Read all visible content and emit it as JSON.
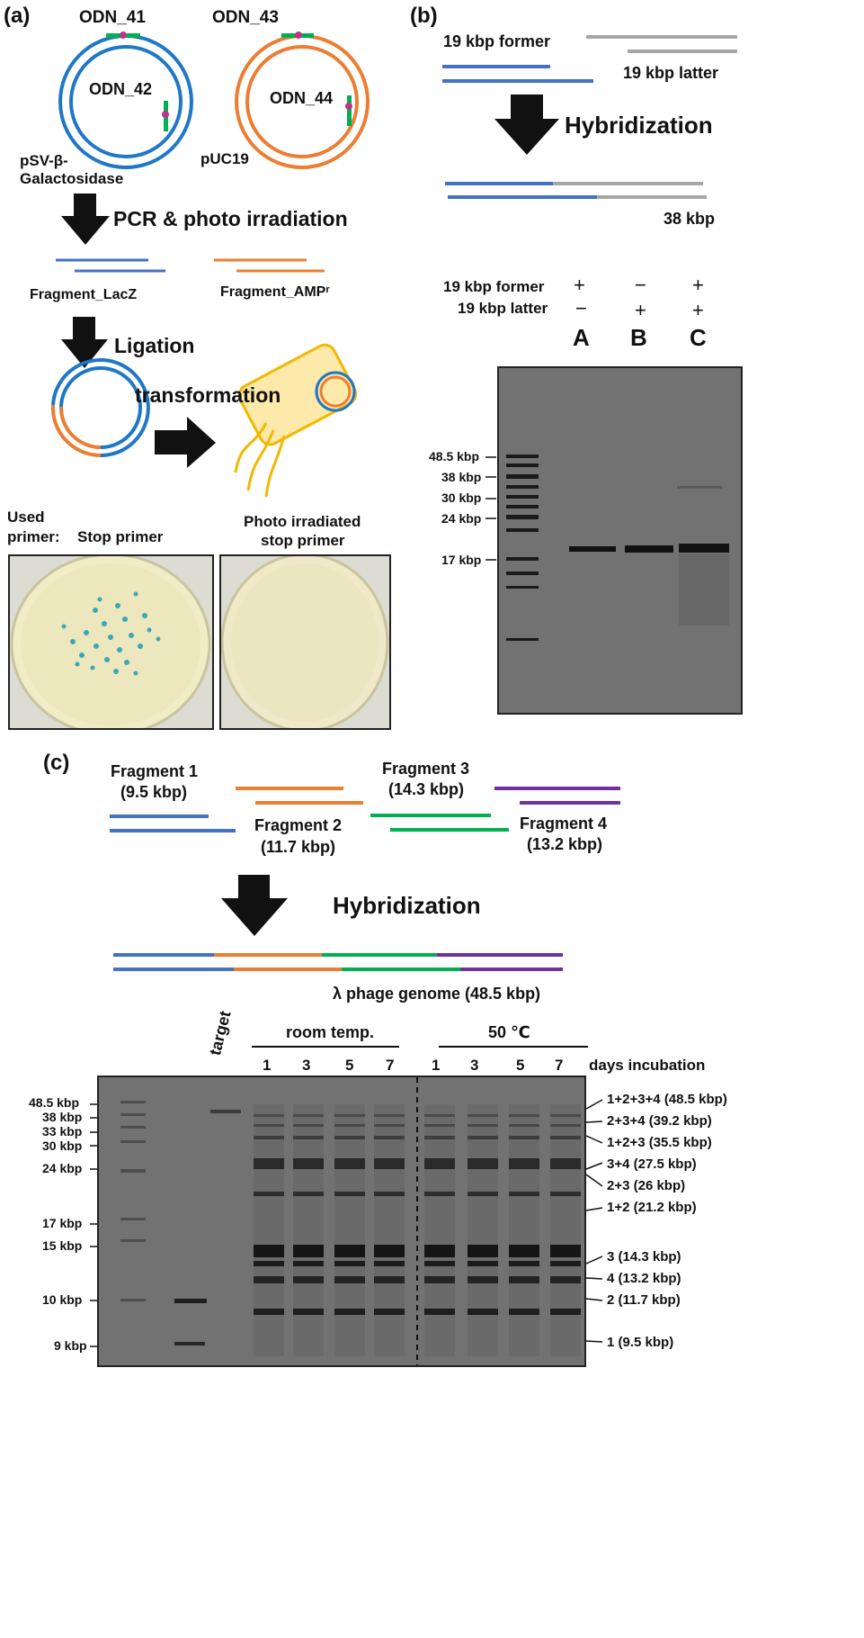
{
  "panel_a": {
    "letter": "(a)",
    "plasmid1": {
      "outer_label": "ODN_41",
      "inner_label": "ODN_42",
      "name_line1": "pSV-β-",
      "name_line2": "Galactosidase"
    },
    "plasmid2": {
      "outer_label": "ODN_43",
      "inner_label": "ODN_44",
      "name": "pUC19"
    },
    "step1": "PCR & photo irradiation",
    "fragment_lacz": "Fragment_LacZ",
    "fragment_amp": "Fragment_AMP",
    "fragment_amp_sup": "r",
    "step2": "Ligation",
    "step3": "transformation",
    "used_primer_line1": "Used",
    "used_primer_line2": "primer:",
    "stop_primer": "Stop primer",
    "photo_primer_line1": "Photo irradiated",
    "photo_primer_line2": "stop primer"
  },
  "panel_b": {
    "letter": "(b)",
    "former": "19 kbp former",
    "latter": "19 kbp latter",
    "step": "Hybridization",
    "product": "38 kbp",
    "row1_label": "19 kbp former",
    "row2_label": "19 kbp latter",
    "row1_signs": [
      "+",
      "−",
      "+"
    ],
    "row2_signs": [
      "−",
      "+",
      "+"
    ],
    "lanes": [
      "A",
      "B",
      "C"
    ],
    "ladder": [
      "48.5 kbp",
      "38 kbp",
      "30 kbp",
      "24 kbp",
      "17 kbp"
    ]
  },
  "panel_c": {
    "letter": "(c)",
    "frag1_line1": "Fragment 1",
    "frag1_line2": "(9.5 kbp)",
    "frag2_line1": "Fragment 2",
    "frag2_line2": "(11.7 kbp)",
    "frag3_line1": "Fragment 3",
    "frag3_line2": "(14.3 kbp)",
    "frag4_line1": "Fragment 4",
    "frag4_line2": "(13.2 kbp)",
    "step": "Hybridization",
    "product": "λ phage genome (48.5 kbp)",
    "target_label": "target",
    "group1": "room temp.",
    "group2": "50 ℃",
    "days": [
      "1",
      "3",
      "5",
      "7",
      "1",
      "3",
      "5",
      "7"
    ],
    "days_label": "days incubation",
    "ladder": [
      "48.5 kbp",
      "38 kbp",
      "33 kbp",
      "30 kbp",
      "24 kbp",
      "17 kbp",
      "15 kbp",
      "10 kbp",
      "9 kbp"
    ],
    "bands": [
      "1+2+3+4 (48.5 kbp)",
      "2+3+4 (39.2 kbp)",
      "1+2+3 (35.5 kbp)",
      "3+4 (27.5 kbp)",
      "2+3 (26 kbp)",
      "1+2 (21.2 kbp)",
      "3 (14.3 kbp)",
      "4 (13.2 kbp)",
      "2 (11.7 kbp)",
      "1 (9.5 kbp)"
    ]
  },
  "colors": {
    "blue": "#4472c4",
    "orange": "#ed7d31",
    "green": "#00b050",
    "purple": "#7030a0",
    "gray": "#a6a6a6"
  }
}
